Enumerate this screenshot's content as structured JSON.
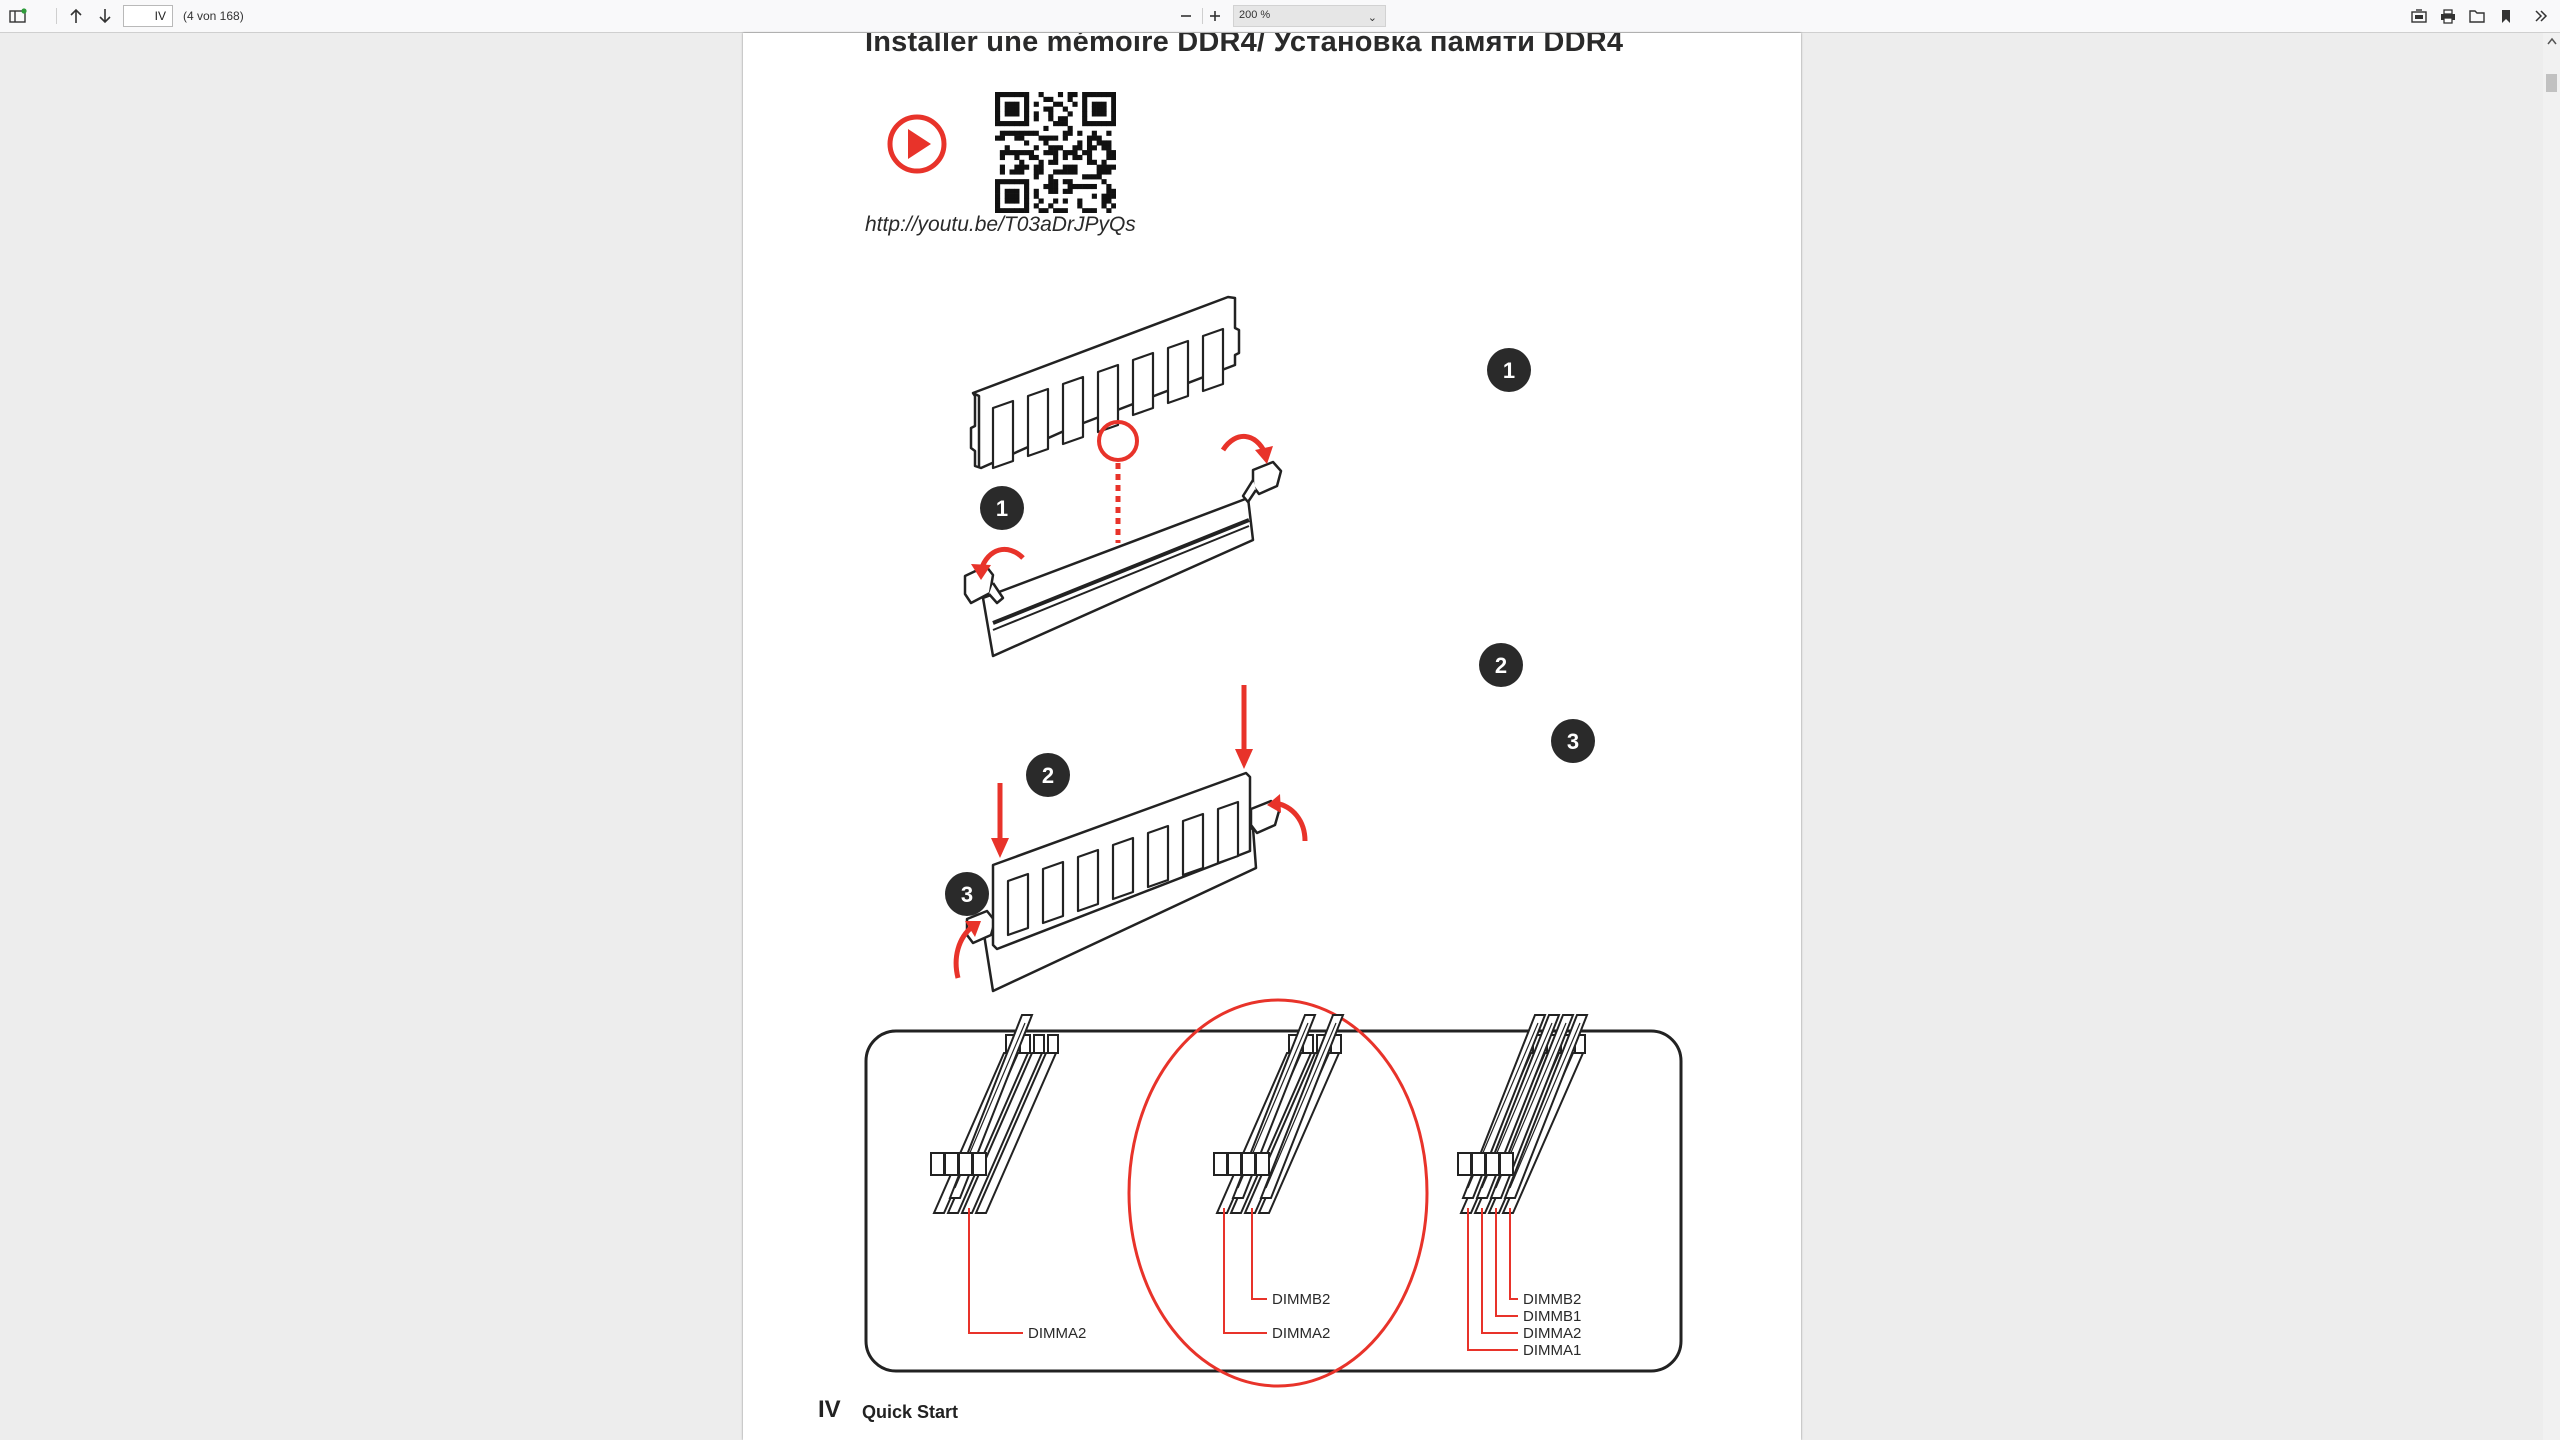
{
  "toolbar": {
    "page_value": "IV",
    "page_count": "(4 von 168)",
    "zoom_value": "200 %",
    "icons": [
      "sidebar-toggle-icon",
      "arrow-up-icon",
      "arrow-down-icon",
      "zoom-out-icon",
      "zoom-in-icon",
      "presentation-icon",
      "print-icon",
      "open-file-icon",
      "bookmark-icon",
      "tools-icon"
    ]
  },
  "document": {
    "title": "Installer une mémoire DDR4/ Установка памяти DDR4",
    "video_url": "http://youtu.be/T03aDrJPyQs",
    "steps": [
      "1",
      "1",
      "2",
      "2",
      "3",
      "3"
    ],
    "slot_labels": {
      "config1": [
        "DIMMA2"
      ],
      "config2": [
        "DIMMB2",
        "DIMMA2"
      ],
      "config4": [
        "DIMMB2",
        "DIMMB1",
        "DIMMA2",
        "DIMMA1"
      ]
    },
    "footer_number": "IV",
    "footer_text": "Quick Start",
    "accent_color": "#e8332a"
  }
}
